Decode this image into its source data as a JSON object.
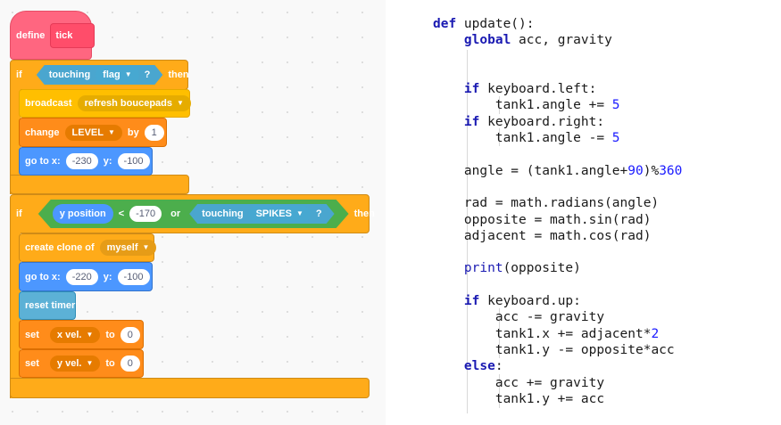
{
  "scratch": {
    "define": {
      "label": "define",
      "name": "tick"
    },
    "if1": {
      "if": "if",
      "then": "then",
      "touching": "touching",
      "target": "flag",
      "q": "?"
    },
    "broadcast": {
      "label": "broadcast",
      "message": "refresh boucepads"
    },
    "change": {
      "label": "change",
      "var": "LEVEL",
      "by": "by",
      "value": "1"
    },
    "goto1": {
      "label": "go to x:",
      "x": "-230",
      "ylabel": "y:",
      "y": "-100"
    },
    "if2": {
      "if": "if",
      "then": "then",
      "ypos": "y position",
      "lt": "<",
      "value": "-170",
      "or": "or",
      "touching": "touching",
      "target": "SPIKES",
      "q": "?"
    },
    "clone": {
      "label": "create clone of",
      "target": "myself"
    },
    "goto2": {
      "label": "go to x:",
      "x": "-220",
      "ylabel": "y:",
      "y": "-100"
    },
    "reset_timer": {
      "label": "reset timer"
    },
    "set1": {
      "label": "set",
      "var": "x vel.",
      "to": "to",
      "value": "0"
    },
    "set2": {
      "label": "set",
      "var": "y vel.",
      "to": "to",
      "value": "0"
    }
  },
  "code": {
    "l1": {
      "kw": "def",
      "rest": " update():"
    },
    "l2": {
      "kw": "global",
      "rest": " acc, gravity"
    },
    "l3": {
      "kw": "if",
      "rest": " keyboard.left:"
    },
    "l4": {
      "text": "tank1.angle += ",
      "num": "5"
    },
    "l5": {
      "kw": "if",
      "rest": " keyboard.right:"
    },
    "l6": {
      "text": "tank1.angle -= ",
      "num": "5"
    },
    "l7": {
      "a": "angle = (tank1.angle+",
      "n1": "90",
      "b": ")%",
      "n2": "360"
    },
    "l8": {
      "text": "rad = math.radians(angle)"
    },
    "l9": {
      "text": "opposite = math.sin(rad)"
    },
    "l10": {
      "text": "adjacent = math.cos(rad)"
    },
    "l11": {
      "fn": "print",
      "rest": "(opposite)"
    },
    "l12": {
      "kw": "if",
      "rest": " keyboard.up:"
    },
    "l13": {
      "text": "acc -= gravity"
    },
    "l14": {
      "text": "tank1.x += adjacent*",
      "num": "2"
    },
    "l15": {
      "text": "tank1.y -= opposite*acc"
    },
    "l16": {
      "kw": "else",
      "rest": ":"
    },
    "l17": {
      "text": "acc += gravity"
    },
    "l18": {
      "text": "tank1.y += acc"
    }
  },
  "colors": {
    "events": "#ffbf00",
    "control": "#ffab19",
    "variables": "#ff8c1a",
    "motion": "#4c97ff",
    "sensing": "#5cb1d6",
    "operators": "#59c059",
    "my_blocks": "#ff6680",
    "keyword": "#1a1ab2",
    "number": "#1a1aff"
  }
}
